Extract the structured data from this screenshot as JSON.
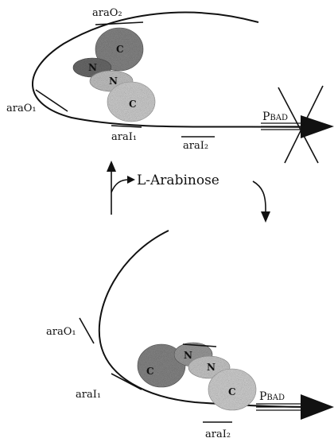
{
  "top_panel": {
    "labels": {
      "araO2": "araO₂",
      "araO1": "araO₁",
      "araI1": "araI₁",
      "araI2": "araI₂",
      "pbad": "P",
      "pbad_sub": "BAD"
    },
    "domains": {
      "c1": "C",
      "n1": "N",
      "n2": "N",
      "c2": "C"
    }
  },
  "middle": {
    "inducer": "L-Arabinose"
  },
  "bottom_panel": {
    "labels": {
      "araO1": "araO₁",
      "araI1": "araI₁",
      "araI2": "araI₂",
      "pbad": "P",
      "pbad_sub": "BAD"
    },
    "domains": {
      "c1": "C",
      "n1": "N",
      "n2": "N",
      "c2": "C"
    }
  }
}
